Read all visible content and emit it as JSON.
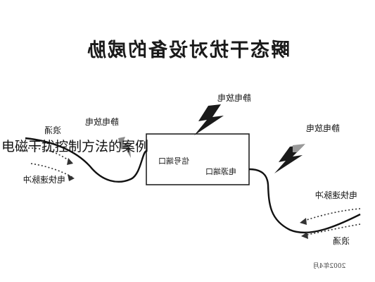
{
  "caption": "电磁干扰控制方法的案例",
  "figure": {
    "title": "瞬态干扰对设备的威胁",
    "box_label_left": "信号端口",
    "box_label_right": "电源端口",
    "labels": {
      "esd_top": "静电放电",
      "esd_left": "静电放电",
      "esd_right": "静电放电",
      "surge_left": "浪涌",
      "eft_left": "电快速脉冲",
      "eft_right": "电快速脉冲",
      "surge_right": "浪涌",
      "date": "2002年4月"
    },
    "colors": {
      "line": "#111111",
      "bolt": "#1a1a1a",
      "bolt_light": "#8a8a8a"
    }
  }
}
